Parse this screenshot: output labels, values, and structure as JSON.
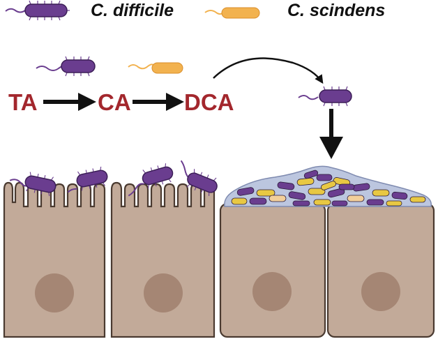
{
  "legend": {
    "difficile_label": "C. difficile",
    "scindens_label": "C. scindens"
  },
  "pathway": {
    "step1": "TA",
    "step2": "CA",
    "step3": "DCA"
  },
  "colors": {
    "difficile_body": "#6a3d8f",
    "difficile_outline": "#3c1f57",
    "scindens_body": "#f2b24f",
    "scindens_outline": "#d98d2a",
    "chem_text": "#a3272d",
    "cell_fill": "#c2aa99",
    "cell_outline": "#4a3a30",
    "nucleus": "#a58674",
    "biofilm": "#bcc6df",
    "biofilm_yellow": "#e8c843",
    "arrow": "#111111"
  },
  "icons": {
    "difficile": "rod-bacterium-flagellated-purple",
    "scindens": "rod-bacterium-flagellated-orange"
  }
}
